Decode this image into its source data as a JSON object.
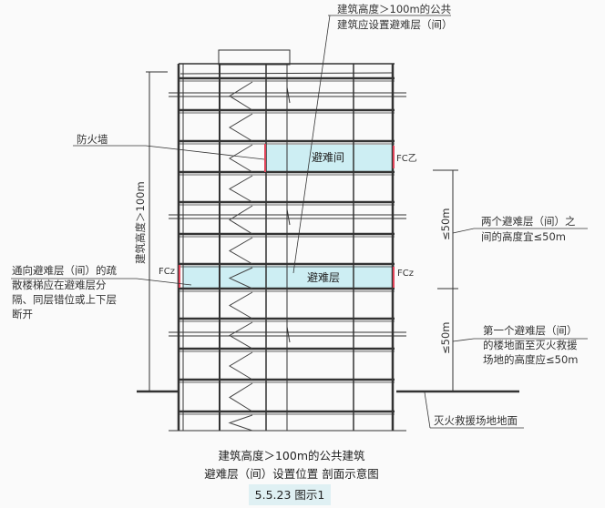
{
  "annotations": {
    "top_note": [
      "建筑高度＞100m的公共",
      "建筑应设置避难层（间）"
    ],
    "firewall": "防火墙",
    "refuge_room": "避难间",
    "refuge_floor": "避难层",
    "fc_label": "FCz",
    "fc_label_alt": "FC乙",
    "height_dim": "建筑高度＞100m",
    "dim_50_upper": "≤50m",
    "dim_50_lower": "≤50m",
    "between_note": [
      "两个避难层（间）之",
      "间的高度宜≤50m"
    ],
    "stair_note": [
      "通向避难层（间）的疏",
      "散楼梯应在避难层分",
      "隔、同层错位或上下层",
      "断开"
    ],
    "first_note": [
      "第一个避难层（间）",
      "的楼地面至灭火救援",
      "场地的高度应≤50m"
    ],
    "ground_note": "灭火救援场地地面"
  },
  "caption": {
    "line1": "建筑高度＞100m的公共建筑",
    "line2": "避难层（间）设置位置 剖面示意图",
    "badge": "5.5.23 图示1"
  },
  "colors": {
    "refuge_fill": "#cdeef3",
    "firewall": "#e0455a",
    "badge_bg": "#dff0f3"
  }
}
